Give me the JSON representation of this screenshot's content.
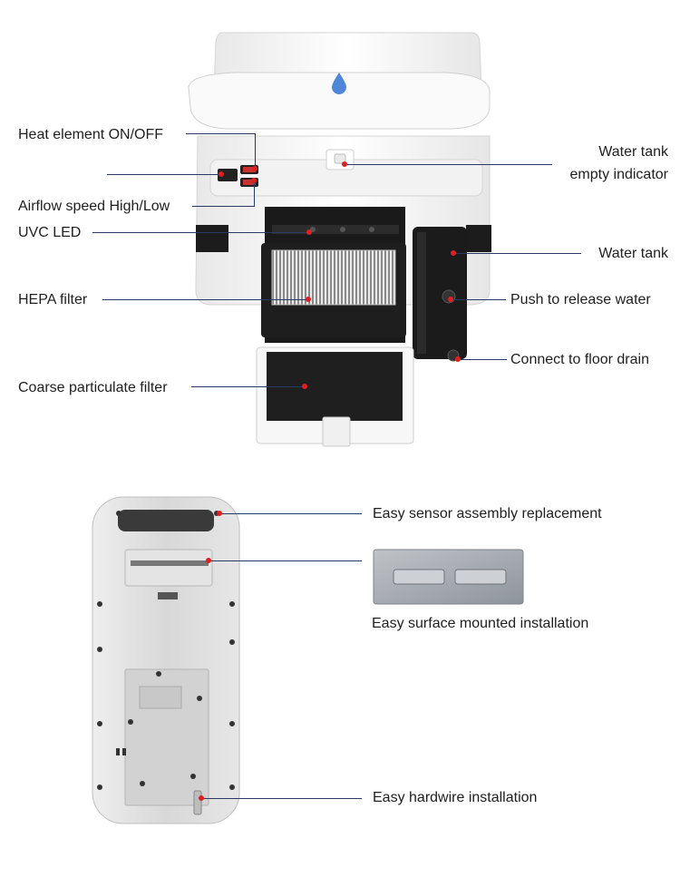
{
  "top_labels": {
    "heat_element": "Heat element ON/OFF",
    "airflow_speed": "Airflow speed High/Low",
    "uvc_led": "UVC LED",
    "hepa_filter": "HEPA filter",
    "coarse_filter": "Coarse particulate filter",
    "water_tank_indicator_line1": "Water tank",
    "water_tank_indicator_line2": "empty indicator",
    "water_tank": "Water tank",
    "push_release": "Push to release water",
    "floor_drain": "Connect to floor drain"
  },
  "bottom_labels": {
    "sensor_replacement": "Easy sensor assembly replacement",
    "surface_mounted": "Easy surface mounted installation",
    "hardwire": "Easy hardwire installation"
  },
  "colors": {
    "leader_line": "#2a3a66",
    "marker": "#e02020",
    "body_white": "#f4f4f4",
    "filter_black": "#1e1e1e",
    "back_panel_gray": "#dcdcdc",
    "bracket_metal": "#a9aeb5"
  },
  "icons": {
    "water_drop": "water-drop-icon"
  }
}
